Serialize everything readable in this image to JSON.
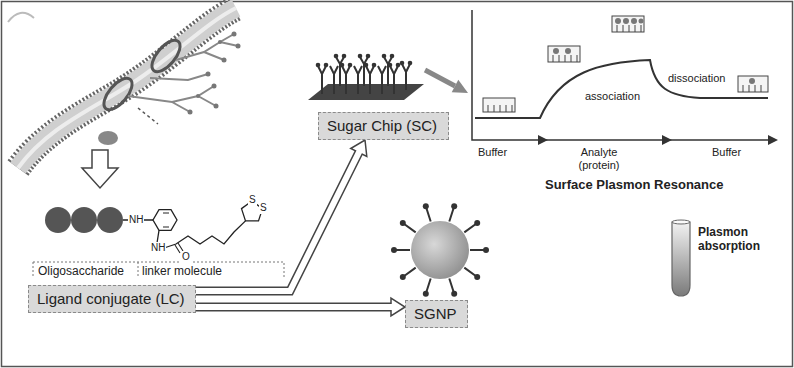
{
  "diagram": {
    "nodes": [
      {
        "text": [
          "Ligand conjugate (LC)"
        ]
      },
      {
        "text": [
          "Sugar Chip (SC)"
        ]
      },
      {
        "text": [
          "SGNP"
        ]
      }
    ],
    "edges": [
      {
        "from": 0,
        "to": 1,
        "arrow": "to"
      },
      {
        "from": 0,
        "to": 2,
        "arrow": "to"
      }
    ],
    "labels": [
      "NH",
      "NH",
      "O",
      "S",
      "S",
      "Oligosaccharide",
      "linker molecule",
      "association",
      "dissociation",
      "Buffer",
      "Analyte (protein)",
      "Buffer",
      "Surface Plasmon Resonance",
      "Plasmon absorption"
    ]
  }
}
